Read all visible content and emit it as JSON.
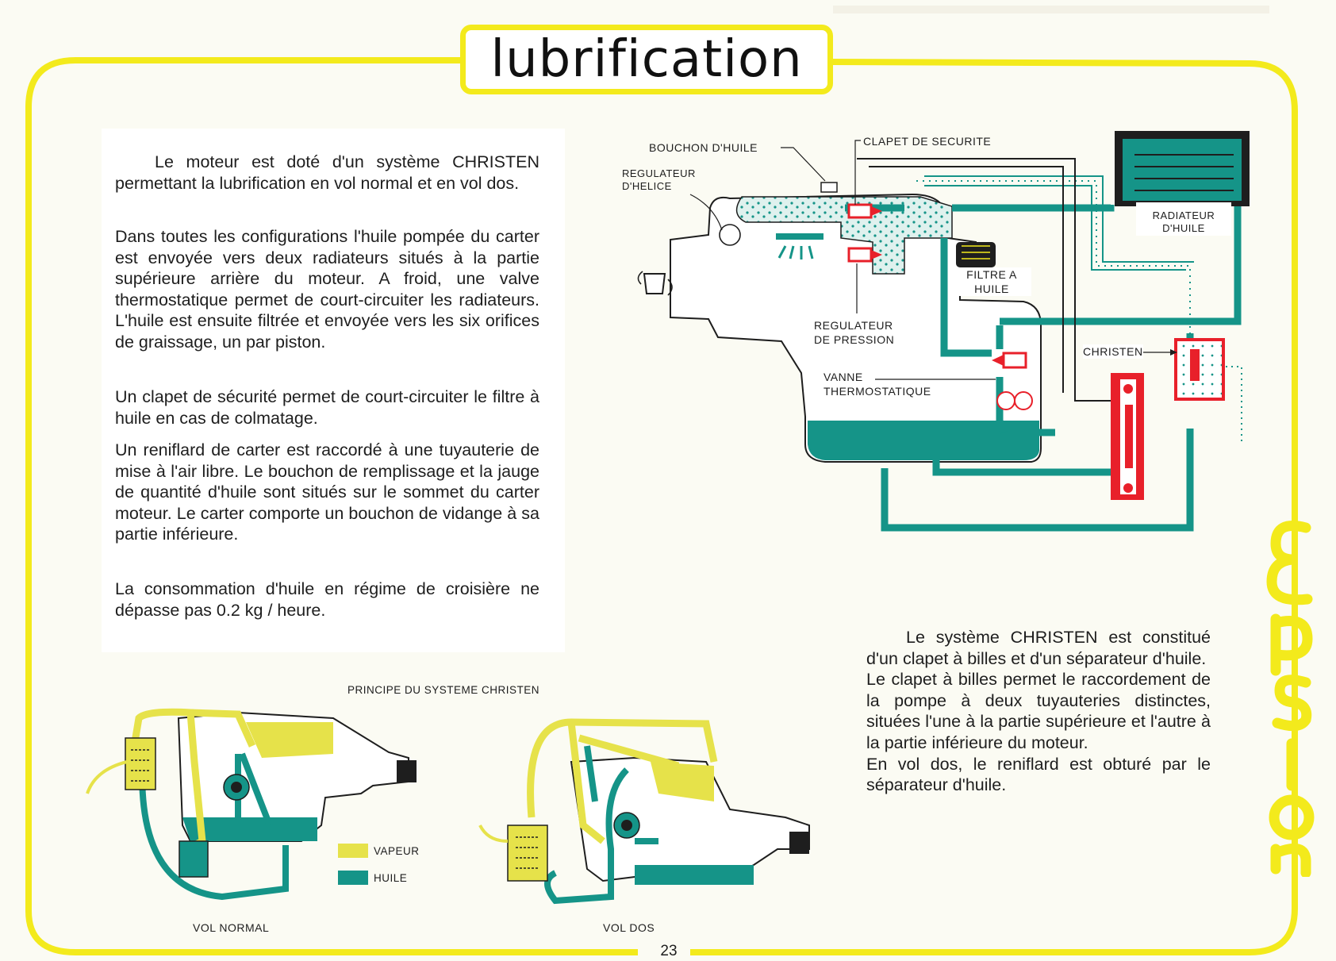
{
  "page": {
    "title": "lubrification",
    "page_number": "23",
    "brand": "Epsilon",
    "colors": {
      "accent_yellow": "#f3ea1c",
      "oil_teal": "#159488",
      "vapor_yellow": "#e6e24a",
      "christen_red": "#e8202a"
    }
  },
  "left_text": {
    "p1": "Le moteur est doté d'un système CHRISTEN permettant la lubrification en vol normal et en vol dos.",
    "p2": "Dans toutes les configurations l'huile pompée du carter est envoyée vers deux radiateurs situés à la partie supérieure arrière du moteur. A froid, une valve thermostatique permet de court-circuiter les radiateurs. L'huile est ensuite filtrée et envoyée vers les six orifices de graissage, un par piston.",
    "p3": "Un clapet de sécurité permet de court-circuiter le filtre à huile en cas de colmatage.",
    "p4": "Un reniflard de carter est raccordé à une tuyauterie de mise à l'air libre. Le bouchon de remplissage et la jauge de quantité d'huile sont situés sur le sommet du carter moteur. Le carter comporte un bouchon de vidange à sa partie inférieure.",
    "p5": "La consommation d'huile en régime de croisière ne dépasse pas 0.2 kg / heure."
  },
  "right_text": {
    "p1": "Le système CHRISTEN est constitué d'un clapet à billes et d'un séparateur d'huile.",
    "p2": "Le clapet à billes permet le raccordement de la pompe à deux tuyauteries distinctes, situées l'une à la partie supérieure et l'autre à la partie inférieure du moteur.",
    "p3": "En vol dos, le reniflard est obturé par le séparateur d'huile."
  },
  "main_diagram": {
    "labels": {
      "bouchon": "BOUCHON D'HUILE",
      "clapet": "CLAPET DE SECURITE",
      "regulateur_helice_1": "REGULATEUR",
      "regulateur_helice_2": "D'HELICE",
      "radiateur_1": "RADIATEUR",
      "radiateur_2": "D'HUILE",
      "filtre_1": "FILTRE A",
      "filtre_2": "HUILE",
      "regulateur_pression_1": "REGULATEUR",
      "regulateur_pression_2": "DE PRESSION",
      "christen": "CHRISTEN",
      "vanne_1": "VANNE",
      "vanne_2": "THERMOSTATIQUE"
    }
  },
  "bottom_diagram": {
    "title": "PRINCIPE DU SYSTEME CHRISTEN",
    "normal_label": "VOL NORMAL",
    "dos_label": "VOL DOS",
    "legend": [
      {
        "label": "VAPEUR",
        "color": "#e6e24a"
      },
      {
        "label": "HUILE",
        "color": "#159488"
      }
    ]
  }
}
